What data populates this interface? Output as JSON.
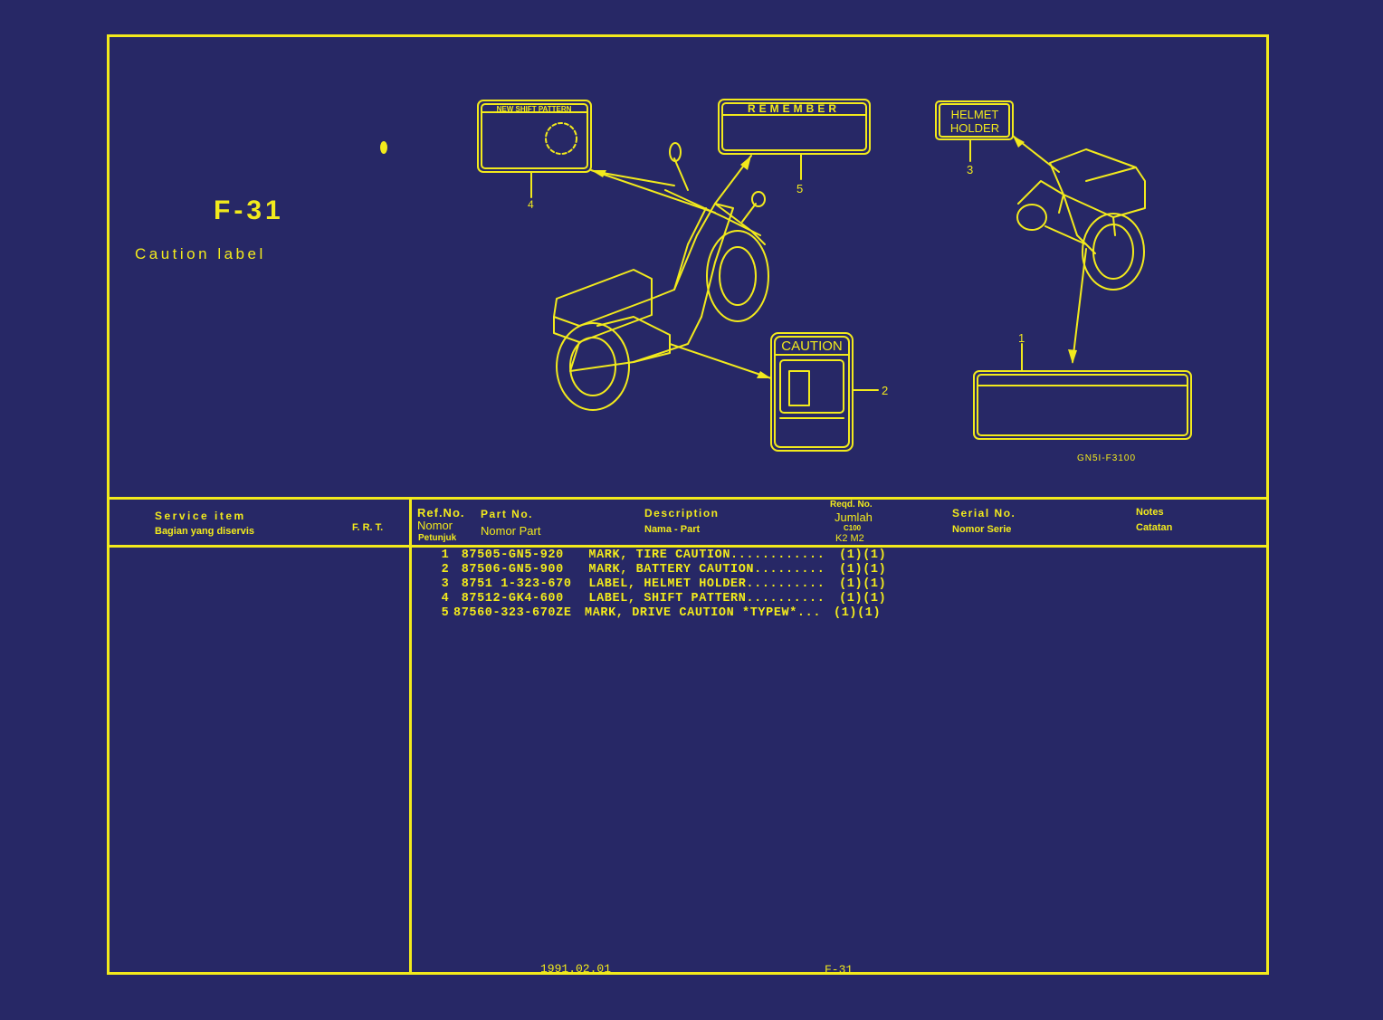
{
  "figure": {
    "code": "F-31",
    "title": "Caution label",
    "drawing_code": "GN5I-F3100"
  },
  "callouts": {
    "c1": "1",
    "c2": "2",
    "c3": "3",
    "c4": "4",
    "c5": "5"
  },
  "label_texts": {
    "shift_pattern": "NEW SHIFT PATTERN",
    "remember": "REMEMBER",
    "helmet_l1": "HELMET",
    "helmet_l2": "HOLDER",
    "caution": "CAUTION"
  },
  "header": {
    "service_item": "Service  item",
    "service_item_local": "Bagian yang diservis",
    "frt": "F. R. T.",
    "ref_no": "Ref.No.",
    "ref_no_local_1": "Nomor",
    "ref_no_local_2": "Petunjuk",
    "part_no": "Part  No.",
    "part_no_local": "Nomor Part",
    "description": "Description",
    "description_local": "Nama - Part",
    "reqd_no": "Reqd. No.",
    "reqd_local": "Jumlah",
    "model": "C100",
    "variants": "K2  M2",
    "serial_no": "Serial  No.",
    "serial_local": "Nomor  Serie",
    "notes": "Notes",
    "notes_local": "Catatan"
  },
  "parts": [
    {
      "ref": "1",
      "part_no": "87505-GN5-920",
      "description": "MARK, TIRE CAUTION............",
      "qty": "(1)(1)"
    },
    {
      "ref": "2",
      "part_no": "87506-GN5-900",
      "description": "MARK, BATTERY CAUTION.........",
      "qty": "(1)(1)"
    },
    {
      "ref": "3",
      "part_no": "8751 1-323-670",
      "description": "LABEL, HELMET HOLDER..........",
      "qty": "(1)(1)"
    },
    {
      "ref": "4",
      "part_no": "87512-GK4-600",
      "description": "LABEL, SHIFT PATTERN..........",
      "qty": "(1)(1)"
    },
    {
      "ref": "5",
      "part_no": "87560-323-670ZE",
      "description": "MARK, DRIVE CAUTION *TYPEW*...",
      "qty": "(1)(1)"
    }
  ],
  "footer": {
    "date": "1991.02.01",
    "page": "F-31"
  },
  "colors": {
    "background": "#272866",
    "ink": "#f2ea1c"
  }
}
